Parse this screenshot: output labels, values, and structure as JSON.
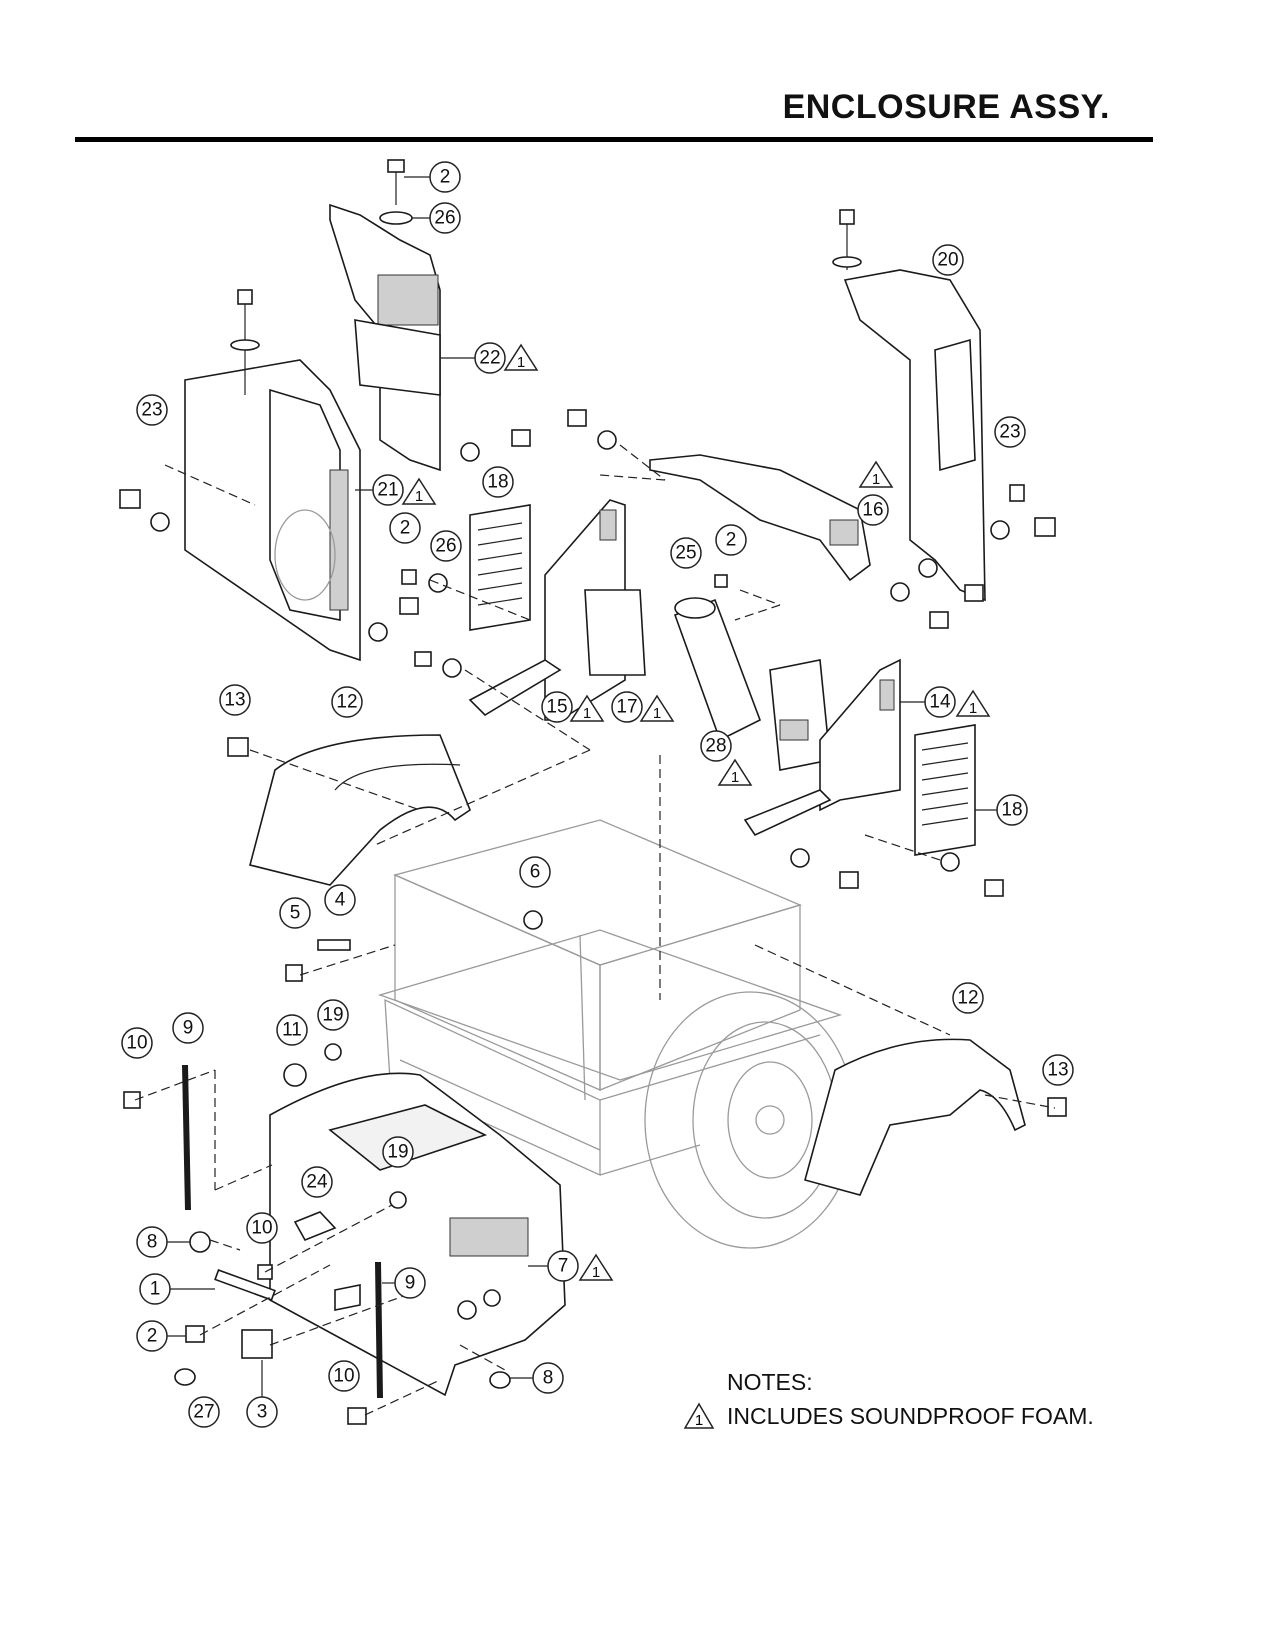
{
  "title": "ENCLOSURE ASSY.",
  "notes": {
    "heading": "NOTES:",
    "items": [
      {
        "symbol": "1",
        "text": "INCLUDES SOUNDPROOF FOAM."
      }
    ]
  },
  "callouts": [
    "2",
    "26",
    "20",
    "22",
    "23",
    "21",
    "18",
    "2",
    "26",
    "16",
    "2",
    "25",
    "23",
    "13",
    "12",
    "15",
    "17",
    "14",
    "28",
    "18",
    "6",
    "5",
    "4",
    "12",
    "13",
    "10",
    "9",
    "11",
    "19",
    "19",
    "24",
    "10",
    "8",
    "1",
    "7",
    "9",
    "2",
    "8",
    "27",
    "3",
    "10"
  ],
  "note_symbol": "1"
}
